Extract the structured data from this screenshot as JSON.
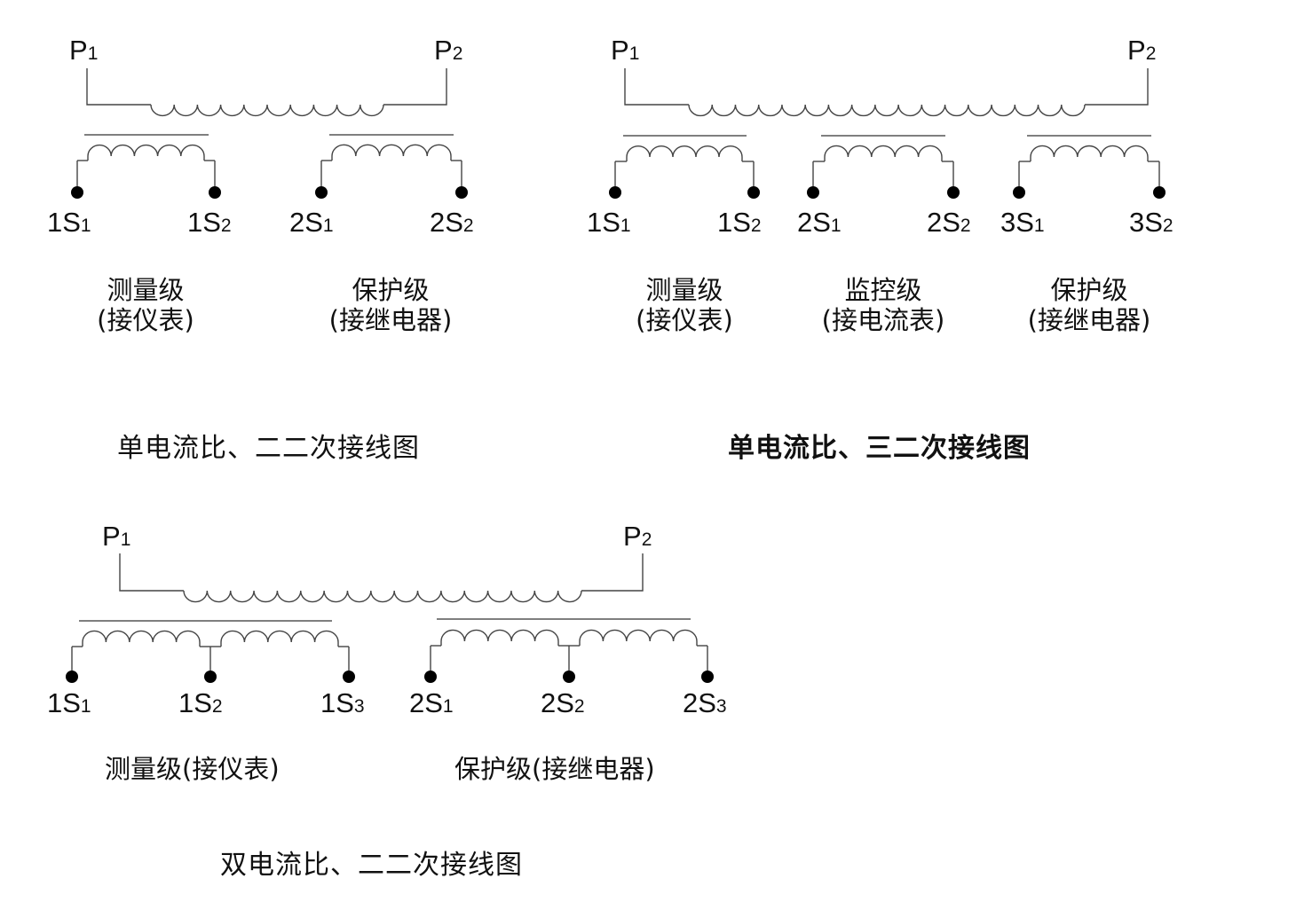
{
  "diagrams": [
    {
      "id": "single-ratio-two-secondary",
      "title": "单电流比、二二次接线图",
      "primary": {
        "start_label": "P",
        "start_sub": "1",
        "end_label": "P",
        "end_sub": "2",
        "turns": 10
      },
      "secondaries": [
        {
          "turns": [
            5
          ],
          "terminals": [
            {
              "label": "1S",
              "sub": "1"
            },
            {
              "label": "1S",
              "sub": "2"
            }
          ],
          "caption": [
            "测量级",
            "(接仪表)"
          ]
        },
        {
          "turns": [
            5
          ],
          "terminals": [
            {
              "label": "2S",
              "sub": "1"
            },
            {
              "label": "2S",
              "sub": "2"
            }
          ],
          "caption": [
            "保护级",
            "(接继电器)"
          ]
        }
      ]
    },
    {
      "id": "single-ratio-three-secondary",
      "title": "单电流比、三二次接线图",
      "primary": {
        "start_label": "P",
        "start_sub": "1",
        "end_label": "P",
        "end_sub": "2",
        "turns": 17
      },
      "secondaries": [
        {
          "turns": [
            5
          ],
          "terminals": [
            {
              "label": "1S",
              "sub": "1"
            },
            {
              "label": "1S",
              "sub": "2"
            }
          ],
          "caption": [
            "测量级",
            "(接仪表)"
          ]
        },
        {
          "turns": [
            5
          ],
          "terminals": [
            {
              "label": "2S",
              "sub": "1"
            },
            {
              "label": "2S",
              "sub": "2"
            }
          ],
          "caption": [
            "监控级",
            "(接电流表)"
          ]
        },
        {
          "turns": [
            5
          ],
          "terminals": [
            {
              "label": "3S",
              "sub": "1"
            },
            {
              "label": "3S",
              "sub": "2"
            }
          ],
          "caption": [
            "保护级",
            "(接继电器)"
          ]
        }
      ]
    },
    {
      "id": "dual-ratio-two-secondary",
      "title": "双电流比、二二次接线图",
      "primary": {
        "start_label": "P",
        "start_sub": "1",
        "end_label": "P",
        "end_sub": "2",
        "turns": 17
      },
      "secondaries": [
        {
          "turns": [
            5,
            5
          ],
          "terminals": [
            {
              "label": "1S",
              "sub": "1"
            },
            {
              "label": "1S",
              "sub": "2"
            },
            {
              "label": "1S",
              "sub": "3"
            }
          ],
          "caption": [
            "测量级(接仪表)"
          ]
        },
        {
          "turns": [
            5,
            5
          ],
          "terminals": [
            {
              "label": "2S",
              "sub": "1"
            },
            {
              "label": "2S",
              "sub": "2"
            },
            {
              "label": "2S",
              "sub": "3"
            }
          ],
          "caption": [
            "保护级(接继电器)"
          ]
        }
      ]
    }
  ],
  "colors": {
    "line": "#444444",
    "core": "#555555",
    "dot": "#000000",
    "text": "#111111"
  }
}
